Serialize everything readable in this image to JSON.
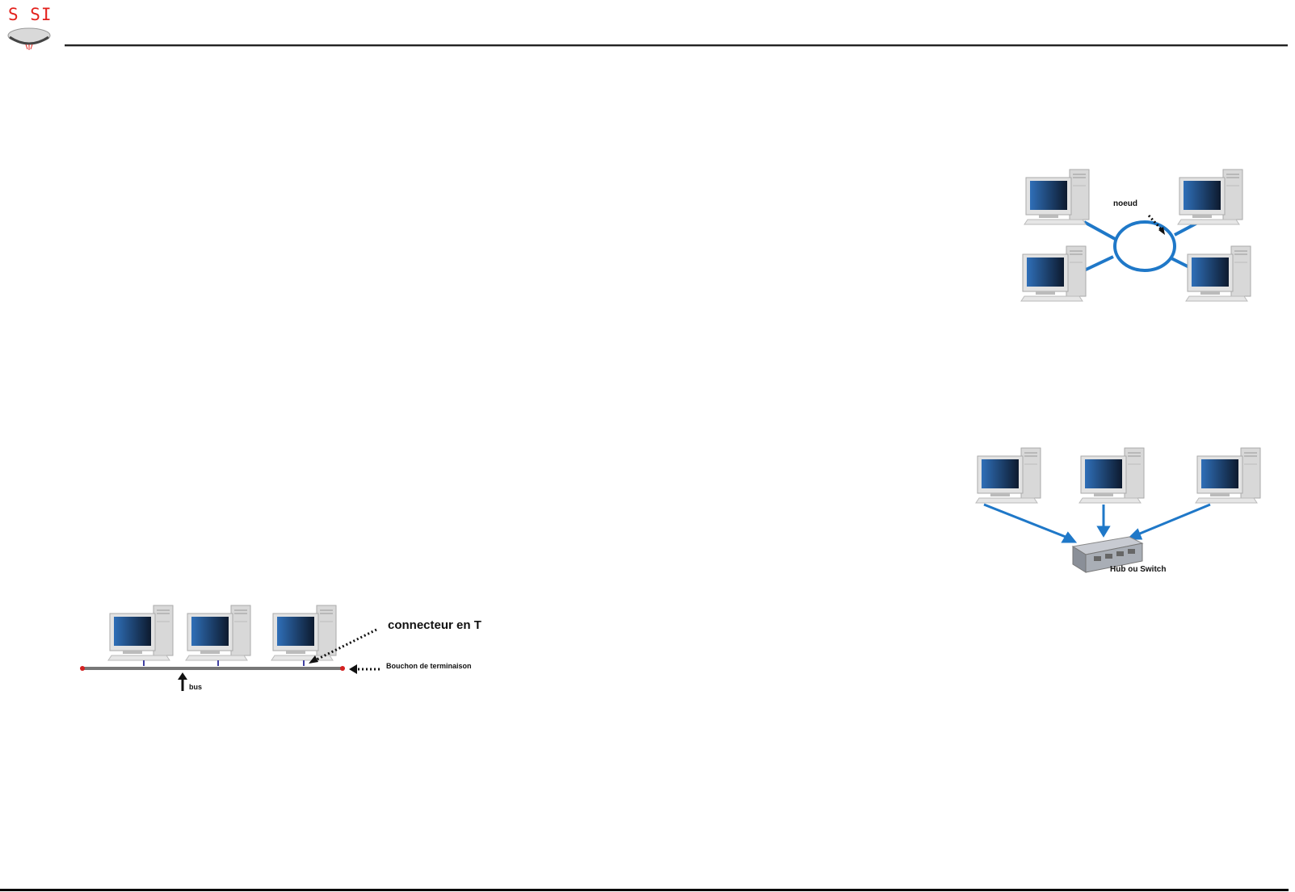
{
  "header": {
    "logo_text": "S SI",
    "logo_color": "#e3201b"
  },
  "diagrams": {
    "ring": {
      "name": "ring-topology",
      "node_label": "noeud",
      "computer_count": 4,
      "link_color": "#1f78c8"
    },
    "star": {
      "name": "star-topology",
      "hub_label": "Hub ou Switch",
      "computer_count": 3,
      "link_color": "#1f78c8"
    },
    "bus": {
      "name": "bus-topology",
      "connector_label": "connecteur en T",
      "terminator_label": "Bouchon de terminaison",
      "bus_label": "bus",
      "computer_count": 3,
      "terminator_color": "#d42020"
    }
  }
}
